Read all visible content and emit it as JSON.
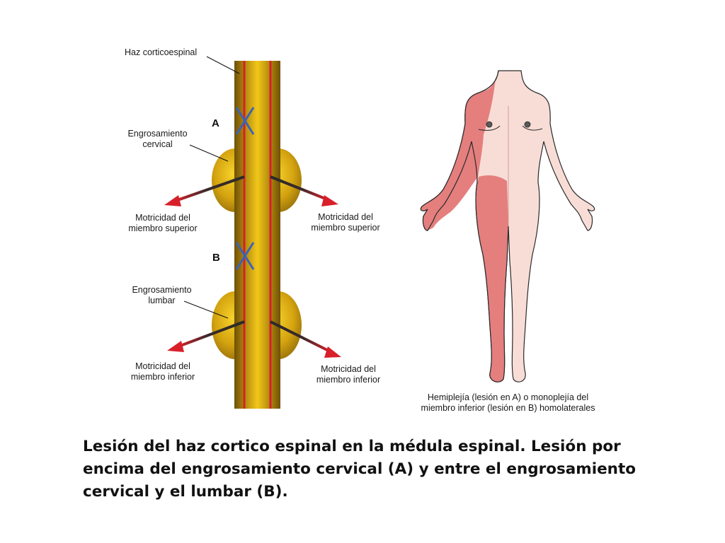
{
  "labels": {
    "tract": "Haz corticoespinal",
    "marker_a": "A",
    "marker_b": "B",
    "cervical_enlargement_line1": "Engrosamiento",
    "cervical_enlargement_line2": "cervical",
    "lumbar_enlargement_line1": "Engrosamiento",
    "lumbar_enlargement_line2": "lumbar",
    "upper_left_line1": "Motricidad del",
    "upper_left_line2": "miembro superior",
    "upper_right_line1": "Motricidad del",
    "upper_right_line2": "miembro superior",
    "lower_left_line1": "Motricidad del",
    "lower_left_line2": "miembro inferior",
    "lower_right_line1": "Motricidad del",
    "lower_right_line2": "miembro inferior",
    "body_caption_line1": "Hemiplejía (lesión en A) o monoplejía del",
    "body_caption_line2": "miembro inferior (lesión en B) homolaterales"
  },
  "caption": "Lesión del haz cortico espinal en la médula espinal. Lesión por encima del engrosamiento cervical (A) y entre el engrosamiento cervical y el lumbar (B).",
  "colors": {
    "cord_dark": "#7a5a08",
    "cord_mid": "#c7950c",
    "cord_light": "#f2c71a",
    "tract_red": "#d8202a",
    "arrow_red": "#d8202a",
    "lesion_x": "#3a64b8",
    "skin": "#f8ddd6",
    "affected": "#e47f7e"
  }
}
